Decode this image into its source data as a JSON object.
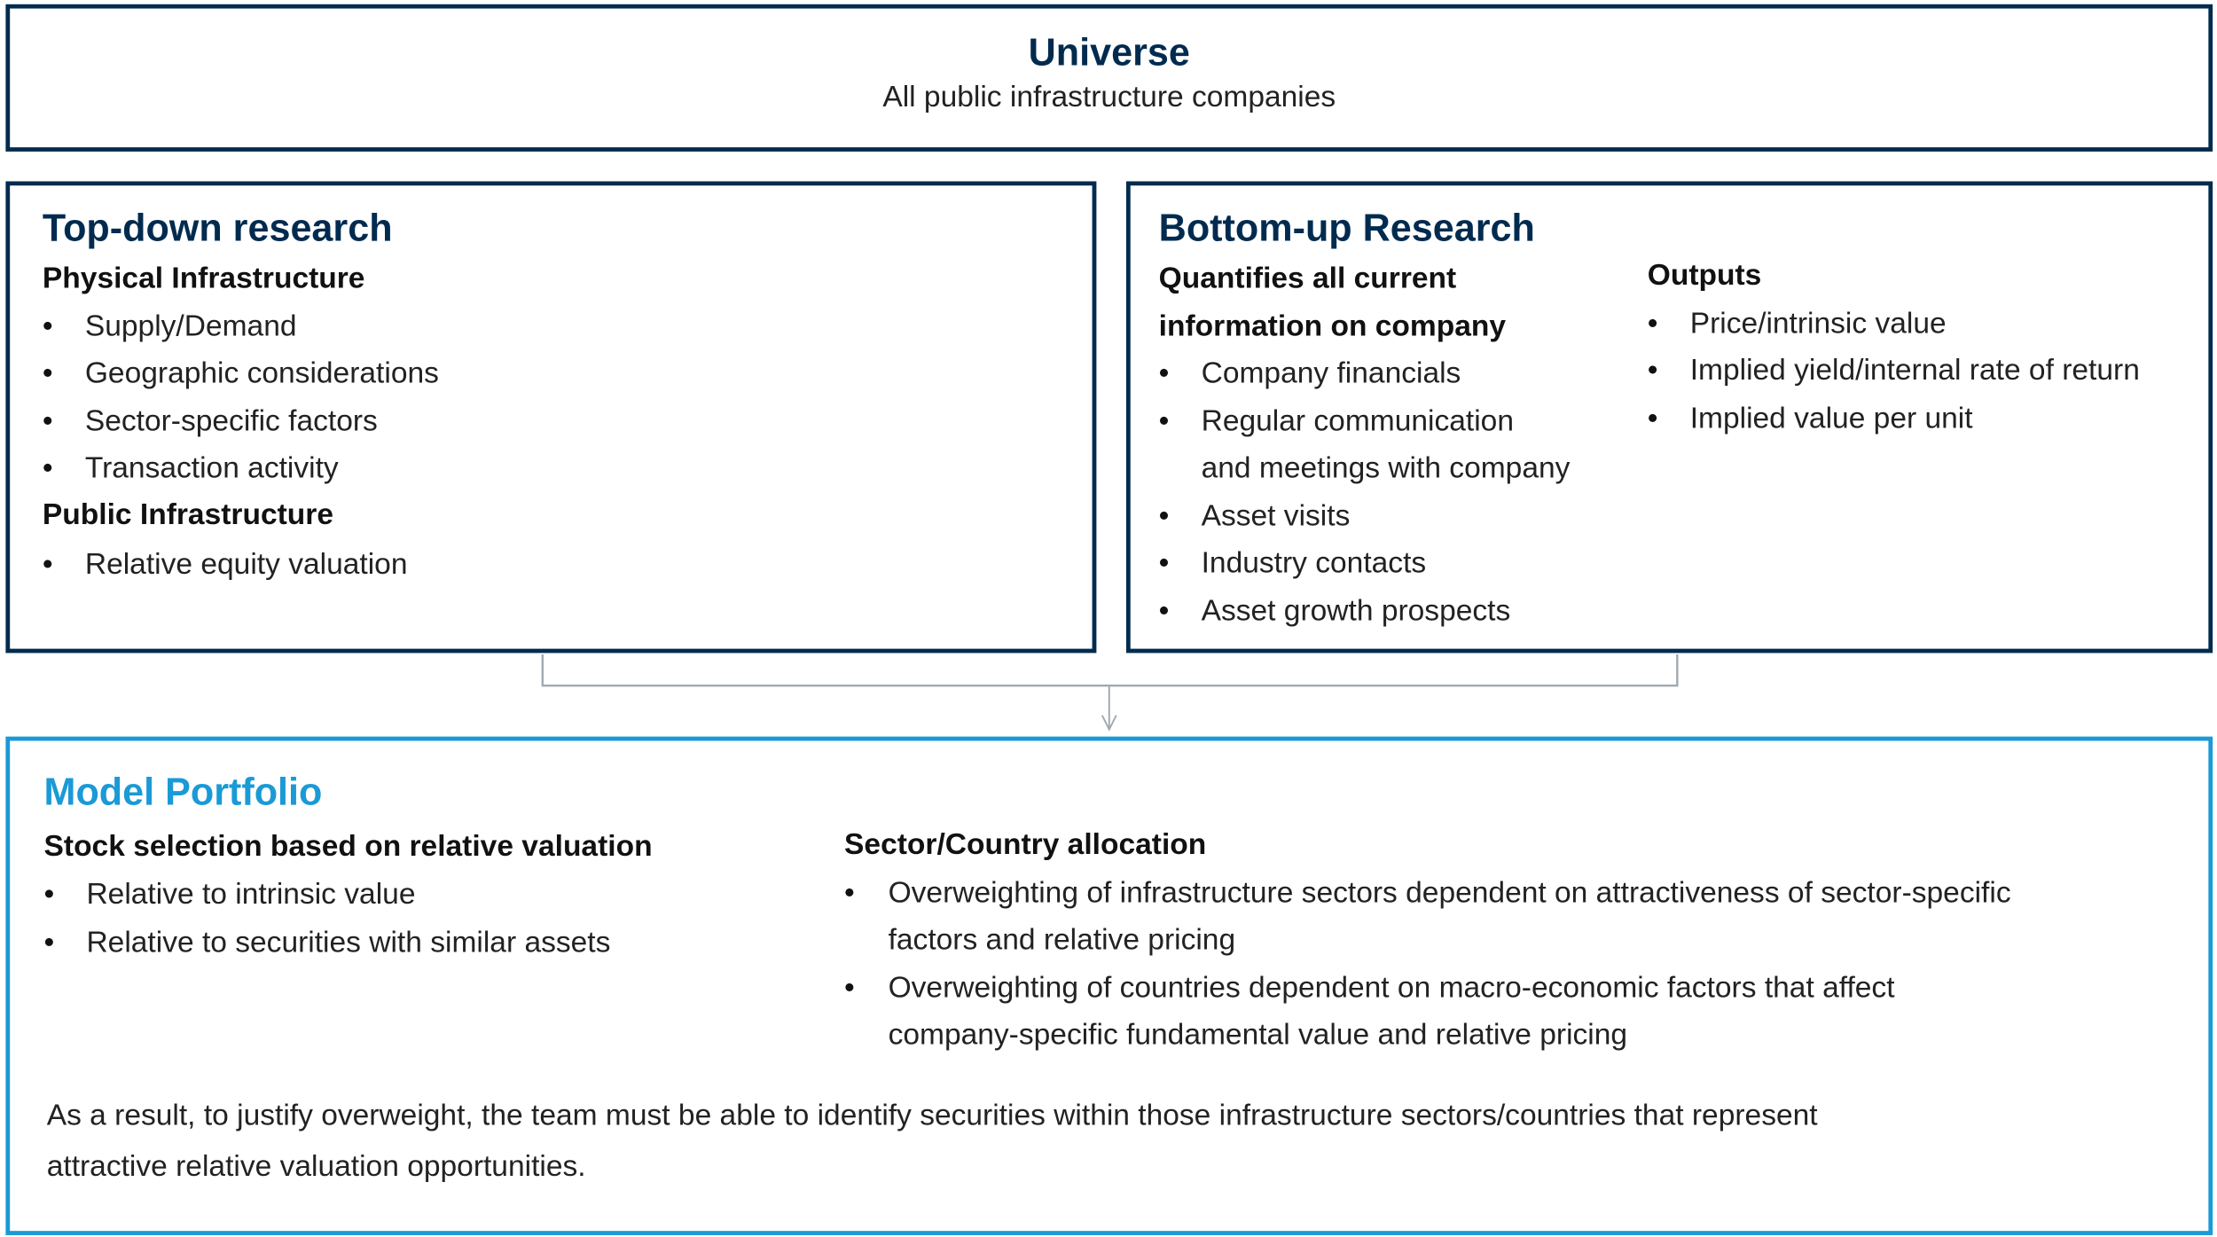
{
  "universe": {
    "title": "Universe",
    "subtitle": "All public infrastructure companies"
  },
  "top_down": {
    "title": "Top-down research",
    "physical_heading": "Physical Infrastructure",
    "physical_items": [
      "Supply/Demand",
      "Geographic considerations",
      "Sector-specific factors",
      "Transaction activity"
    ],
    "public_heading": "Public Infrastructure",
    "public_items": [
      "Relative equity valuation"
    ]
  },
  "bottom_up": {
    "title": "Bottom-up Research",
    "quant_heading_1": "Quantifies all current",
    "quant_heading_2": "information on company",
    "quant_items": [
      "Company financials",
      "Regular communication",
      "and meetings with company",
      "Asset visits",
      "Industry contacts",
      "Asset growth prospects"
    ],
    "outputs_heading": "Outputs",
    "outputs_items": [
      "Price/intrinsic value",
      "Implied yield/internal rate of return",
      "Implied value per unit"
    ]
  },
  "model": {
    "title": "Model Portfolio",
    "stock_heading": "Stock selection based on relative valuation",
    "stock_items": [
      "Relative to intrinsic value",
      "Relative to securities with similar assets"
    ],
    "sector_heading": "Sector/Country allocation",
    "sector_items": [
      "Overweighting of infrastructure sectors dependent on attractiveness of sector-specific",
      "factors and relative pricing",
      "Overweighting of countries dependent on macro-economic factors that affect",
      "company-specific fundamental value and relative pricing"
    ],
    "conclusion_1": "As a result, to justify overweight, the team must be able to identify securities within those infrastructure sectors/countries that represent",
    "conclusion_2": "attractive relative valuation opportunities."
  },
  "colors": {
    "navy": "#002b4f",
    "blue": "#1a9ad6",
    "connector": "#a0a9b0"
  }
}
